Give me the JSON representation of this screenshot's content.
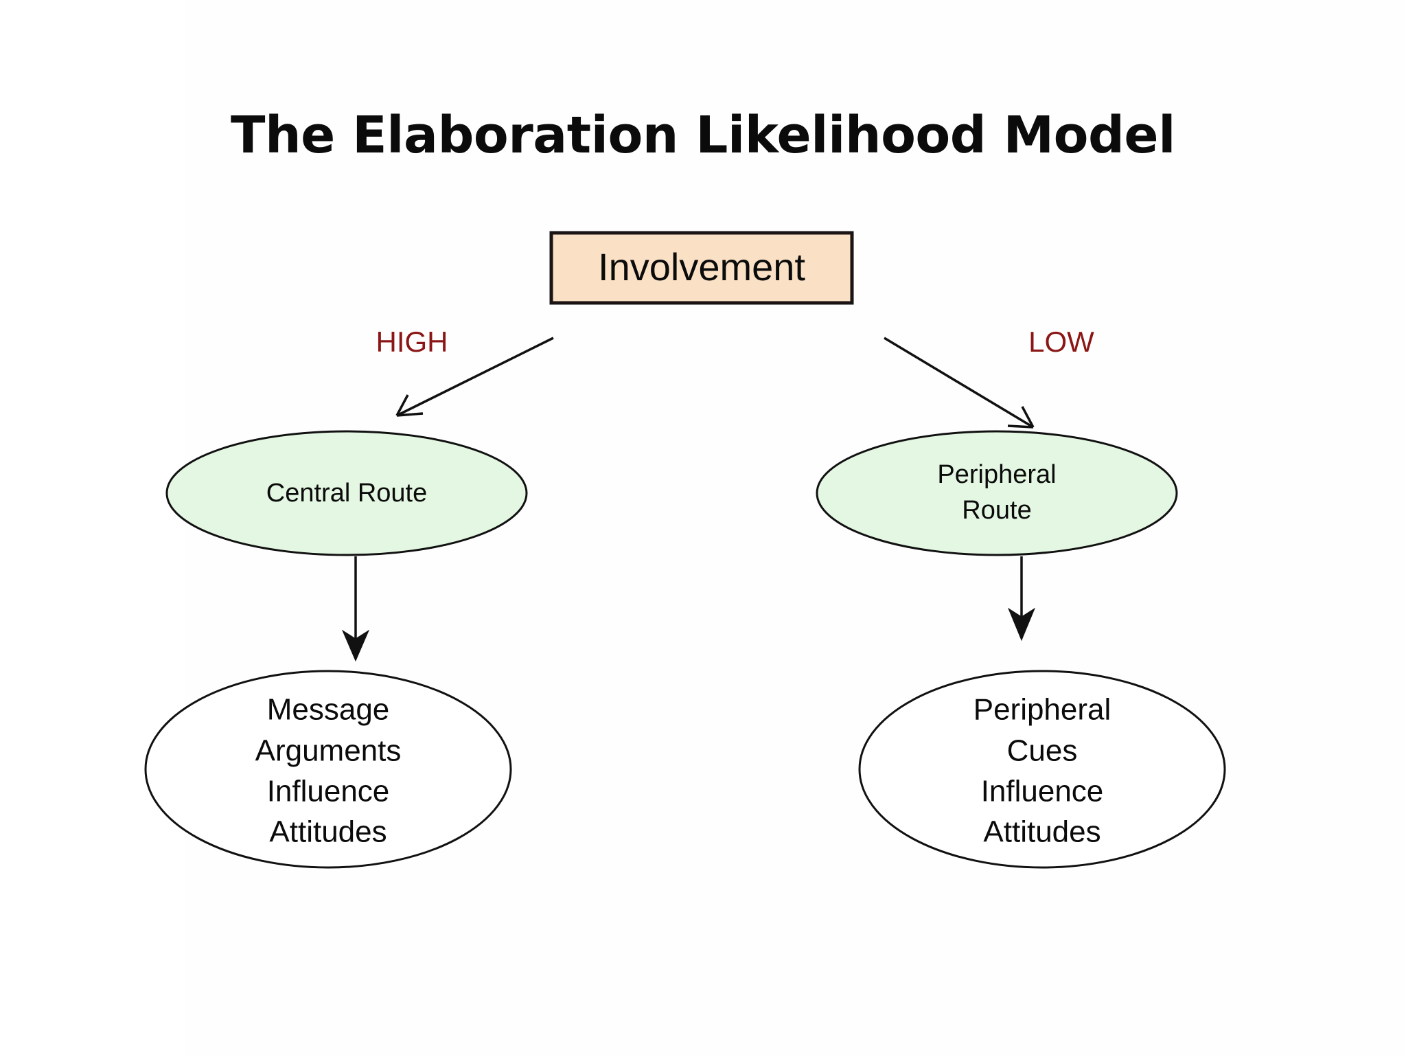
{
  "slide": {
    "title": "The Elaboration Likelihood Model",
    "background_color": "#ffffff"
  },
  "colors": {
    "title_text": "#0b0b0b",
    "involvement_fill": "#fae0c5",
    "involvement_border": "#1a1414",
    "route_fill": "#e4f7e2",
    "route_border": "#111111",
    "outcome_fill": "#ffffff",
    "outcome_border": "#111111",
    "branch_label_text": "#8b1616",
    "connector": "#111111",
    "node_text": "#0b0b0b"
  },
  "diagram": {
    "type": "flowchart",
    "root": {
      "id": "involvement",
      "shape": "rectangle",
      "label": "Involvement"
    },
    "branches": [
      {
        "id": "high",
        "label": "HIGH",
        "side": "left",
        "route": {
          "id": "central-route",
          "shape": "ellipse",
          "lines": [
            "Central Route"
          ]
        },
        "outcome": {
          "id": "message-arguments-influence-attitudes",
          "shape": "ellipse",
          "lines": [
            "Message",
            "Arguments",
            "Influence",
            "Attitudes"
          ]
        }
      },
      {
        "id": "low",
        "label": "LOW",
        "side": "right",
        "route": {
          "id": "peripheral-route",
          "shape": "ellipse",
          "lines": [
            "Peripheral",
            "Route"
          ]
        },
        "outcome": {
          "id": "peripheral-cues-influence-attitudes",
          "shape": "ellipse",
          "lines": [
            "Peripheral",
            "Cues",
            "Influence",
            "Attitudes"
          ]
        }
      }
    ],
    "connectors": [
      {
        "id": "involvement-to-central-route",
        "from": "involvement",
        "to": "central-route",
        "style": "diagonal-arrow"
      },
      {
        "id": "involvement-to-peripheral-route",
        "from": "involvement",
        "to": "peripheral-route",
        "style": "diagonal-arrow"
      },
      {
        "id": "central-route-to-outcome",
        "from": "central-route",
        "to": "message-arguments-influence-attitudes",
        "style": "vertical-arrow"
      },
      {
        "id": "peripheral-route-to-outcome",
        "from": "peripheral-route",
        "to": "peripheral-cues-influence-attitudes",
        "style": "vertical-arrow"
      }
    ]
  }
}
